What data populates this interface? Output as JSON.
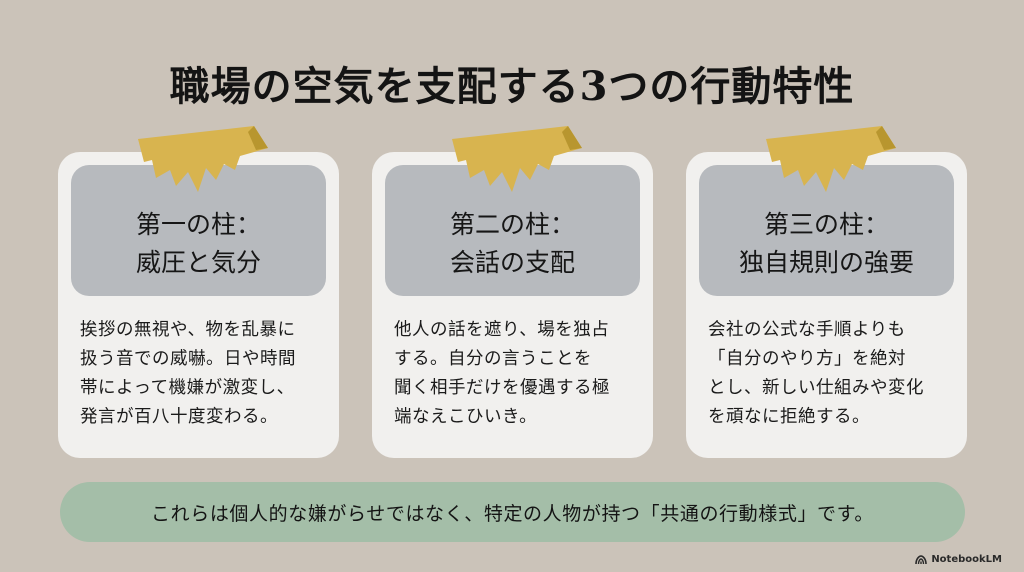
{
  "title": "職場の空気を支配する3つの行動特性",
  "colors": {
    "background": "#cbc3b9",
    "card": "#f1f0ee",
    "card_header": "#b7babe",
    "tape": "#d8b44f",
    "banner": "#a4bea8"
  },
  "pillars": [
    {
      "heading_line1": "第一の柱：",
      "heading_line2": "威圧と気分",
      "body_lines": [
        "挨拶の無視や、物を乱暴に",
        "扱う音での威嚇。日や時間",
        "帯によって機嫌が激変し、",
        "発言が百八十度変わる。"
      ]
    },
    {
      "heading_line1": "第二の柱：",
      "heading_line2": "会話の支配",
      "body_lines": [
        "他人の話を遮り、場を独占",
        "する。自分の言うことを",
        "聞く相手だけを優遇する極",
        "端なえこひいき。"
      ]
    },
    {
      "heading_line1": "第三の柱：",
      "heading_line2": "独自規則の強要",
      "body_lines": [
        "会社の公式な手順よりも",
        "「自分のやり方」を絶対",
        "とし、新しい仕組みや変化",
        "を頑なに拒絶する。"
      ]
    }
  ],
  "banner": {
    "text": "これらは個人的な嫌がらせではなく、特定の人物が持つ「共通の行動様式」です。"
  },
  "branding": {
    "label": "NotebookLM",
    "icon": "notebooklm-logo-icon"
  }
}
